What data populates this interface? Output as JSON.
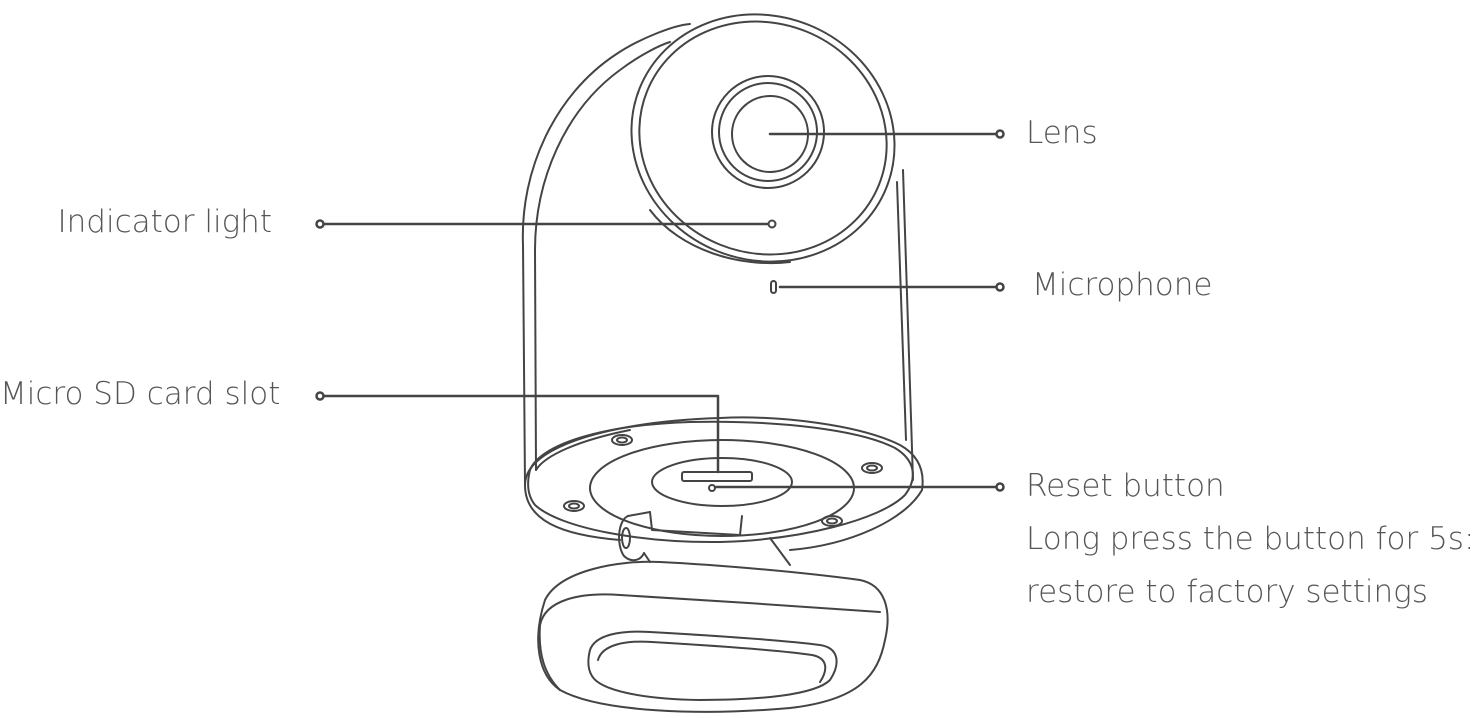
{
  "labels": {
    "lens": "Lens",
    "indicator_light": "Indicator light",
    "microphone": "Microphone",
    "micro_sd_slot": "Micro SD card slot",
    "reset_button": "Reset button",
    "reset_note_line1": "Long press the button for 5s:",
    "reset_note_line2": "restore to factory settings"
  },
  "colors": {
    "line": "#444444",
    "text": "#555555",
    "background": "#ffffff"
  }
}
